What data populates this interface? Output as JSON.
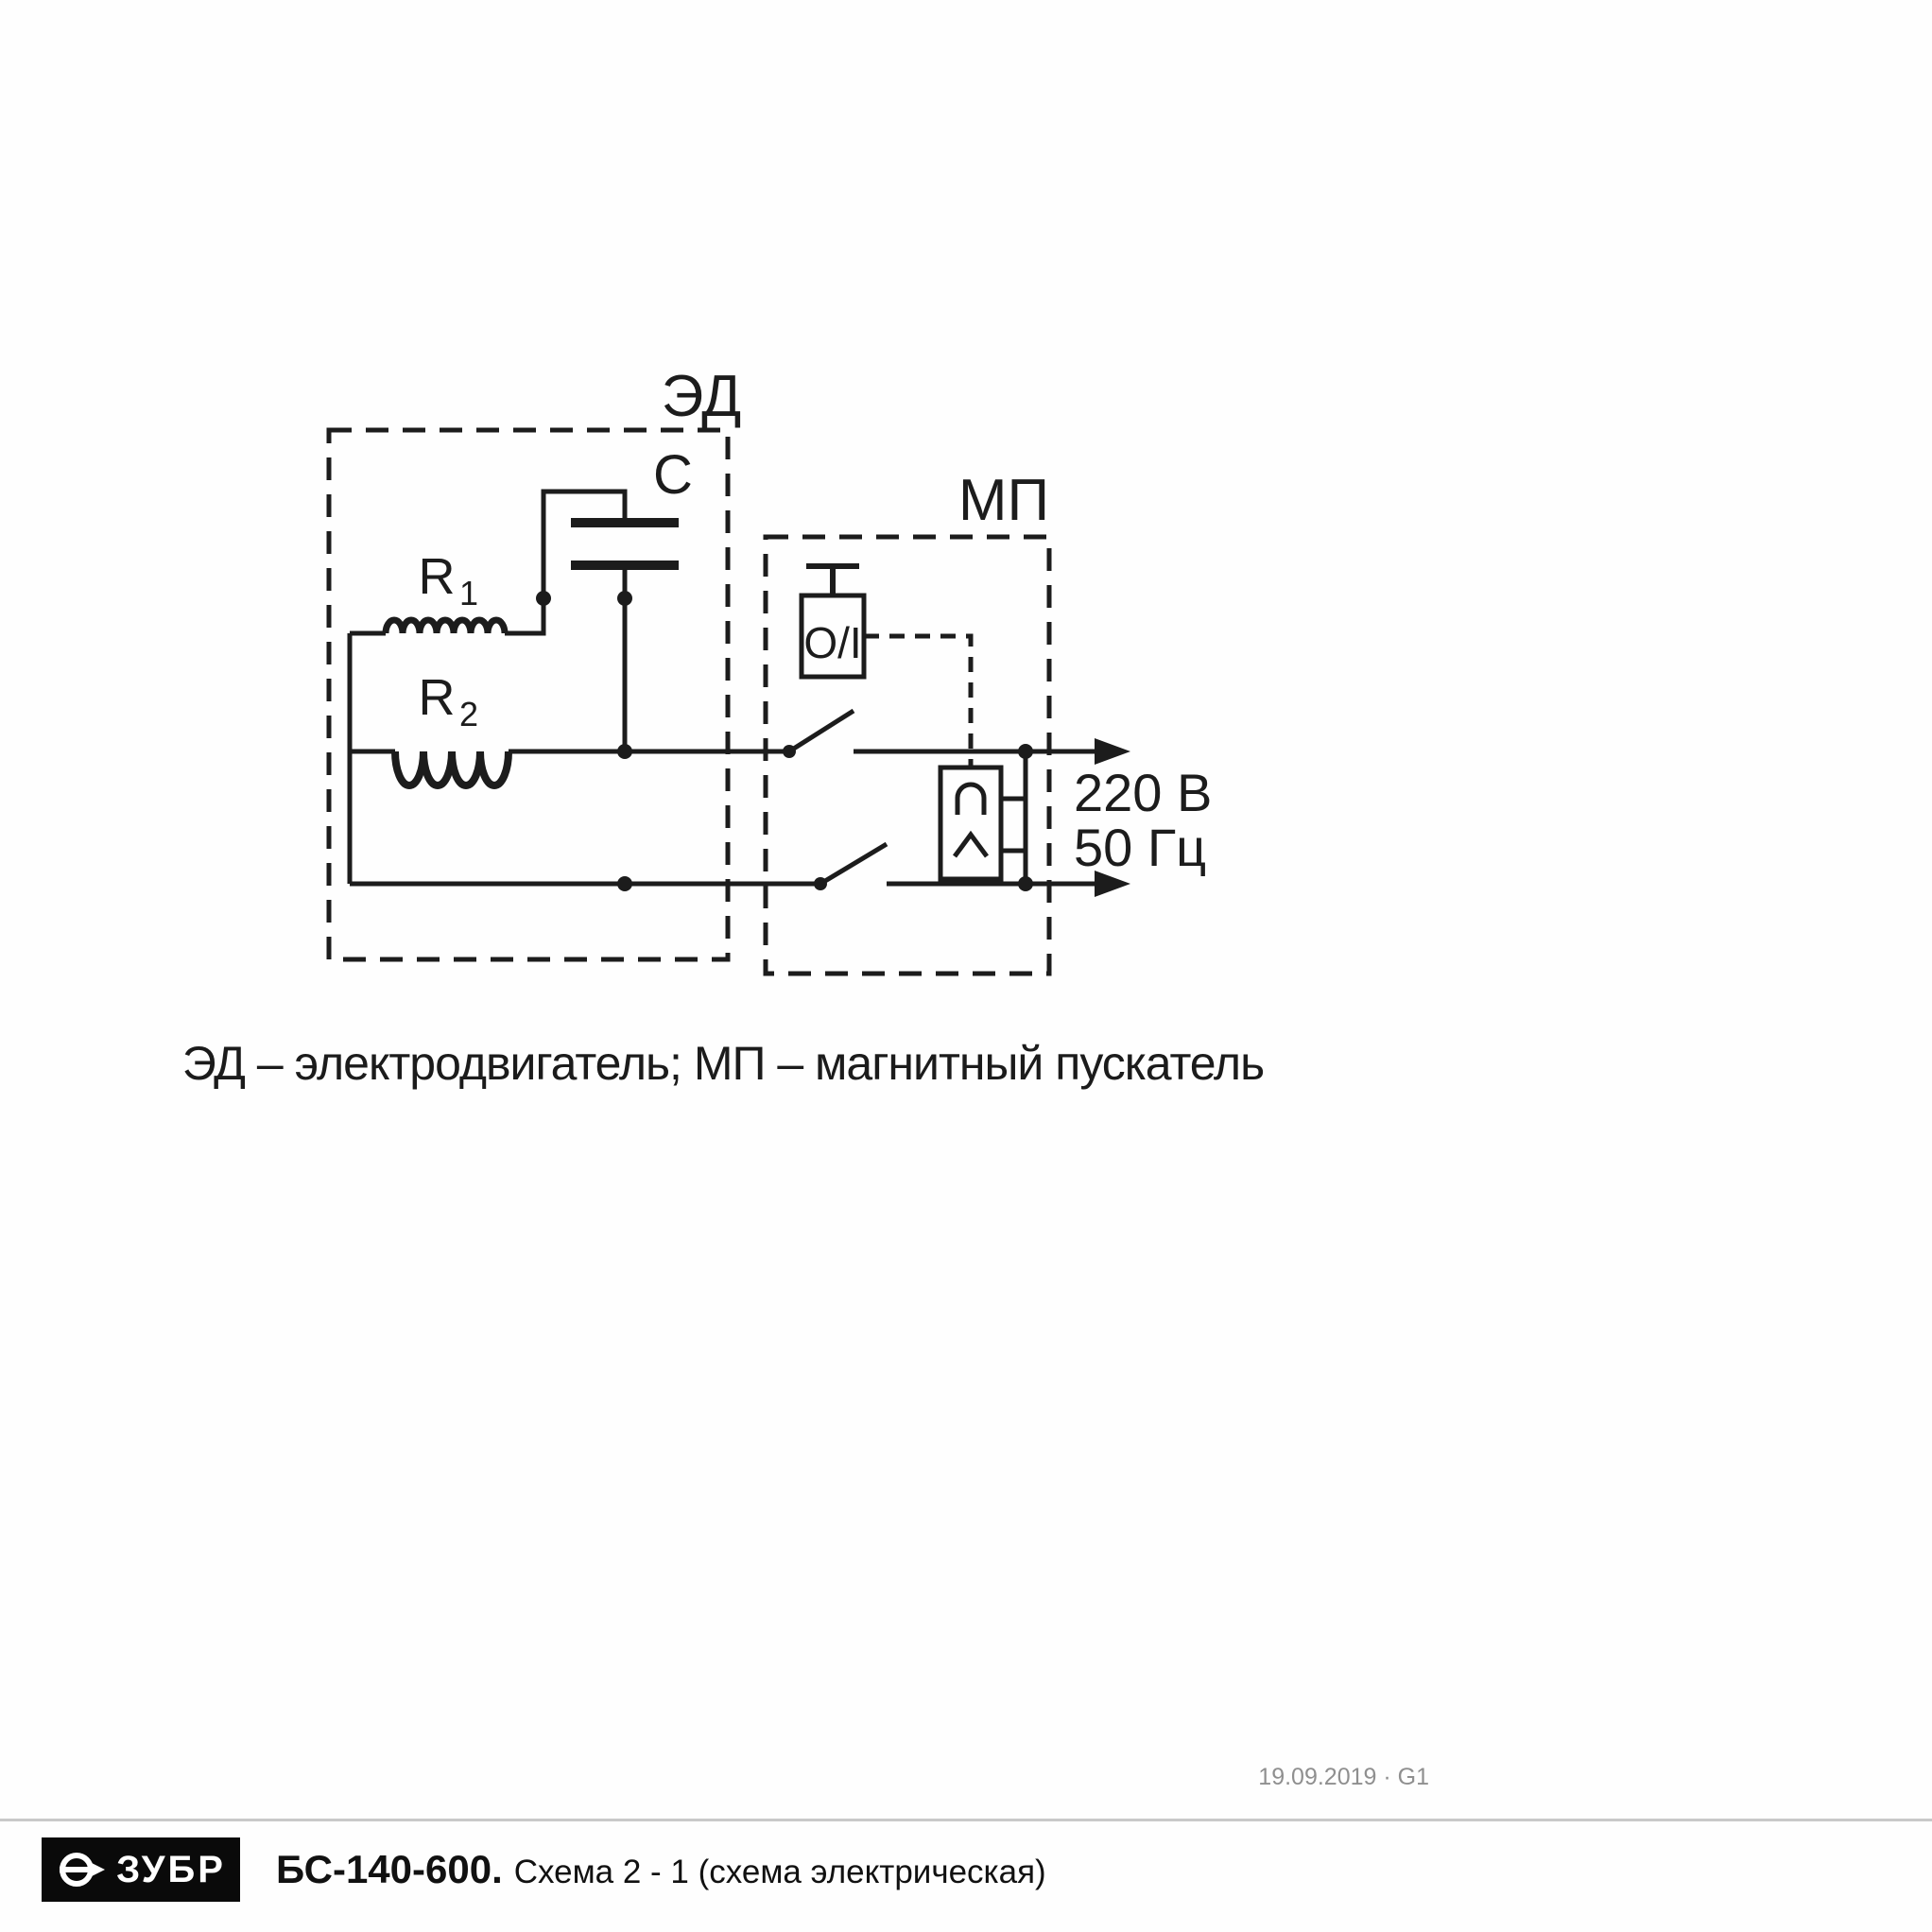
{
  "diagram": {
    "motor_box_label": "ЭД",
    "capacitor_label": "C",
    "winding1_label": "R",
    "winding1_sub": "1",
    "winding2_label": "R",
    "winding2_sub": "2",
    "starter_box_label": "МП",
    "button_label": "O/I",
    "voltage_label": "220 В",
    "frequency_label": "50 Гц"
  },
  "caption": "ЭД – электродвигатель; МП – магнитный пускатель",
  "footer": {
    "revision": "19.09.2019 · G1",
    "brand": "ЗУБР",
    "model": "БС-140-600.",
    "subtitle": "Схема 2 - 1 (схема электрическая)"
  },
  "colors": {
    "line": "#1c1c1c",
    "muted": "#8f8f8f",
    "brand_background": "#0a0a0a",
    "rule": "#c9c9c9"
  }
}
